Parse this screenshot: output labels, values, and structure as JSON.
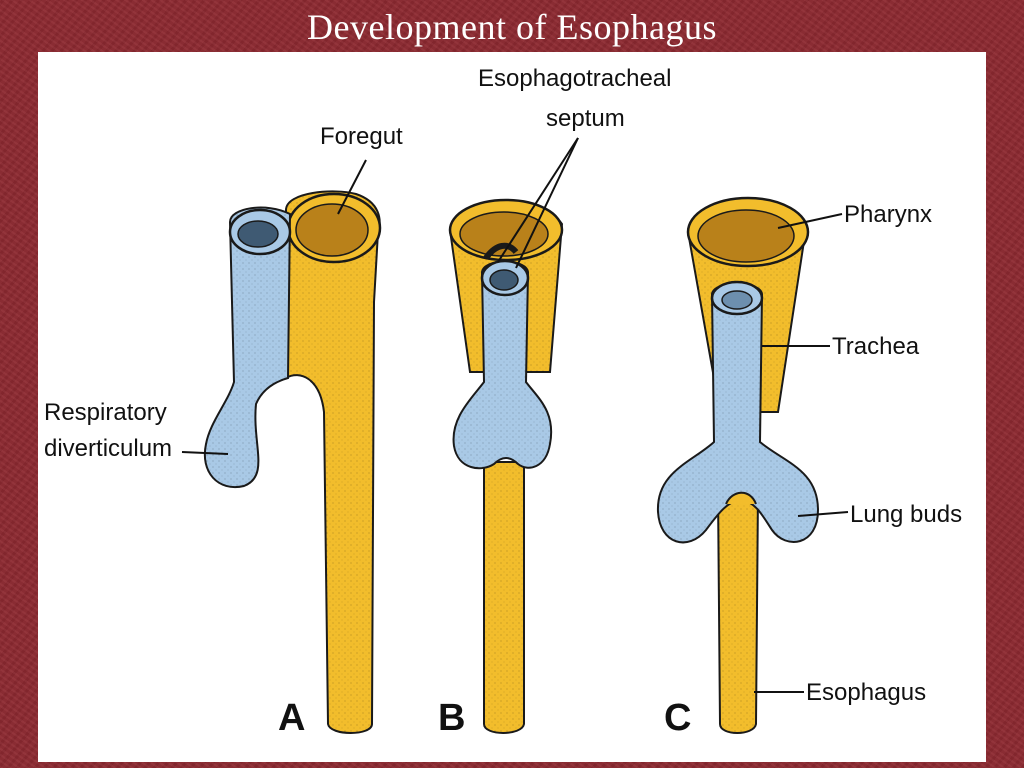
{
  "slide": {
    "title": "Development  of Esophagus"
  },
  "colors": {
    "background": "#8e2a31",
    "esophagus_yellow": "#f2bd2c",
    "respiratory_blue": "#a9c9e6",
    "outline": "#1a1a1a"
  },
  "labels": {
    "foregut": "Foregut",
    "septum_line1": "Esophagotracheal",
    "septum_line2": "septum",
    "respiratory_line1": "Respiratory",
    "respiratory_line2": "diverticulum",
    "pharynx": "Pharynx",
    "trachea": "Trachea",
    "lung_buds": "Lung buds",
    "esophagus": "Esophagus"
  },
  "panels": {
    "a": "A",
    "b": "B",
    "c": "C"
  }
}
